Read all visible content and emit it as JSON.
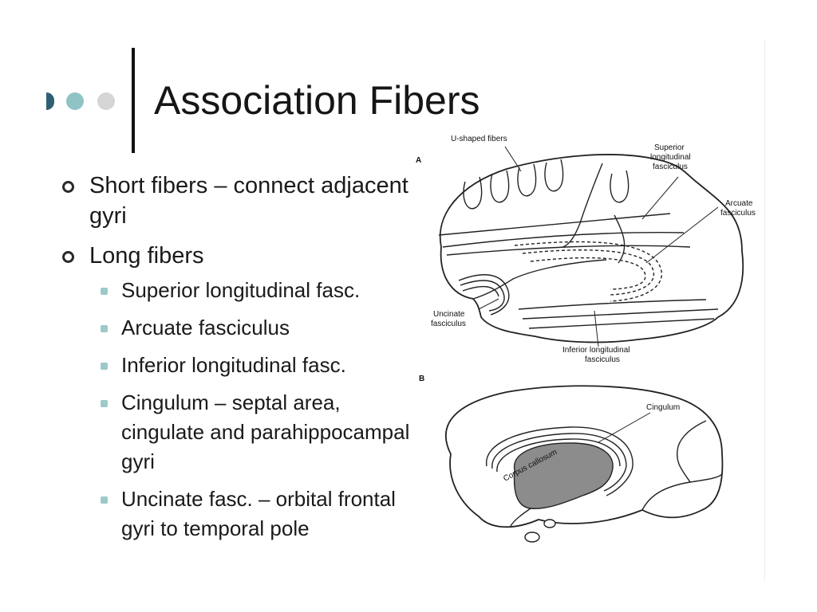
{
  "slide": {
    "title": "Association Fibers",
    "bullets": [
      {
        "text": "Short fibers – connect adjacent gyri"
      },
      {
        "text": "Long fibers"
      }
    ],
    "sub_bullets": [
      "Superior longitudinal fasc.",
      "Arcuate fasciculus",
      "Inferior longitudinal fasc.",
      "Cingulum – septal area, cingulate and parahippocampal gyri",
      "Uncinate fasc. – orbital frontal gyri to temporal pole"
    ],
    "accent_colors": {
      "dot_dark": "#2f5f73",
      "dot_teal": "#8fc3c6",
      "dot_grey": "#d5d5d5",
      "sub_bullet": "#9cc9c9"
    }
  },
  "figure": {
    "panel_a": {
      "letter": "A",
      "labels": {
        "u_shaped": "U-shaped fibers",
        "superior_1": "Superior",
        "superior_2": "longitudinal",
        "superior_3": "fasciculus",
        "arcuate_1": "Arcuate",
        "arcuate_2": "fasciculus",
        "uncinate_1": "Uncinate",
        "uncinate_2": "fasciculus",
        "inferior_1": "Inferior longitudinal",
        "inferior_2": "fasciculus"
      }
    },
    "panel_b": {
      "letter": "B",
      "labels": {
        "cingulum": "Cingulum",
        "corpus_callosum": "Corpus callosum"
      }
    }
  }
}
